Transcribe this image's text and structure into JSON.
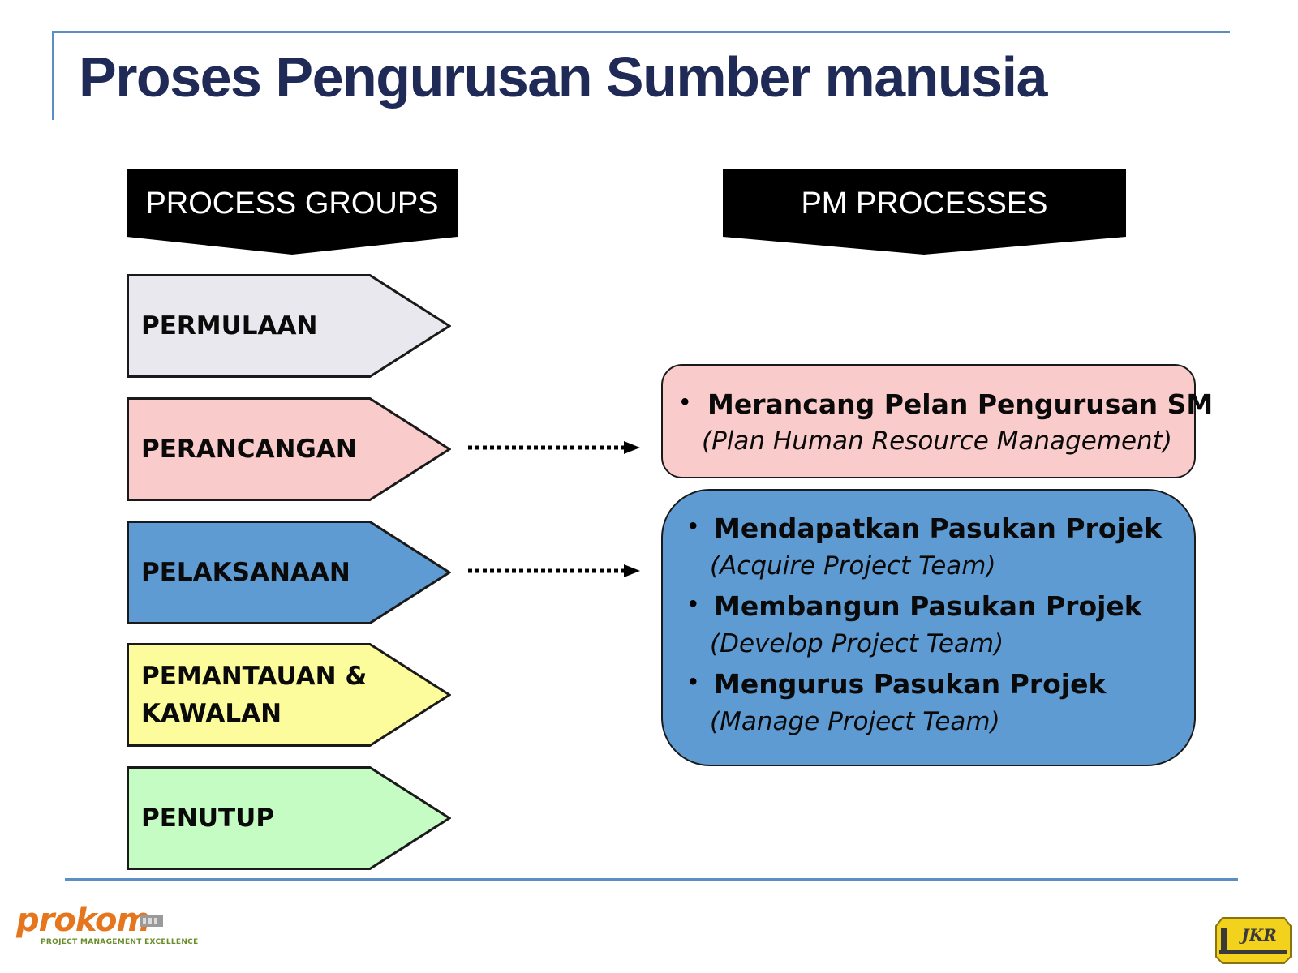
{
  "title": "Proses Pengurusan Sumber manusia",
  "headers": {
    "left": "PROCESS GROUPS",
    "right": "PM PROCESSES"
  },
  "process_groups": [
    {
      "label": "PERMULAAN",
      "color": "#e8e8ee"
    },
    {
      "label": "PERANCANGAN",
      "color": "#f9cbcb"
    },
    {
      "label": "PELAKSANAAN",
      "color": "#5f9bd3"
    },
    {
      "label": "PEMANTAUAN &\nKAWALAN",
      "color": "#fcfc9c"
    },
    {
      "label": "PENUTUP",
      "color": "#c4fcc4"
    }
  ],
  "pm_processes": {
    "planning": {
      "color": "#f9cbcb",
      "items": [
        {
          "main": "Merancang Pelan Pengurusan SM",
          "sub": "(Plan Human Resource Management)"
        }
      ]
    },
    "executing": {
      "color": "#5f9bd3",
      "items": [
        {
          "main": "Mendapatkan Pasukan Projek",
          "sub": "(Acquire Project Team)"
        },
        {
          "main": "Membangun Pasukan Projek",
          "sub": "(Develop Project Team)"
        },
        {
          "main": "Mengurus Pasukan Projek",
          "sub": "(Manage Project Team)"
        }
      ]
    }
  },
  "footer": {
    "logo_left": {
      "name": "prokom",
      "tagline": "PROJECT MANAGEMENT EXCELLENCE"
    },
    "logo_right": {
      "text": "JKR"
    }
  }
}
